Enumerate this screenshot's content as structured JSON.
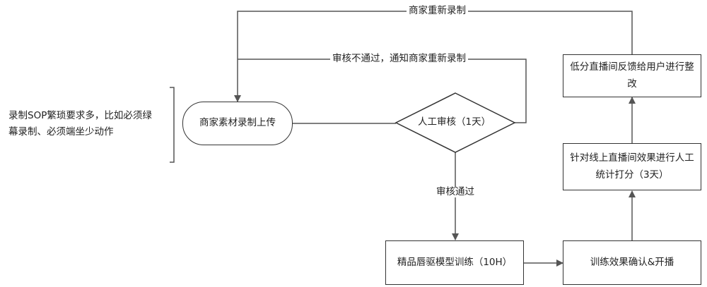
{
  "nodes": {
    "upload": "商家素材录制上传",
    "review": "人工审核（1天）",
    "train": "精品唇驱模型训练（10H）",
    "confirm": "训练效果确认&开播",
    "score": "针对线上直播间效果进行人工统计打分（3天）",
    "feedback": "低分直播间反馈给用户进行整改"
  },
  "edges": {
    "rerecord_top": "商家重新录制",
    "reject": "审核不通过，通知商家重新录制",
    "pass": "审核通过"
  },
  "note": "录制SOP繁琐要求多，比如必须绿幕录制、必须端坐少动作"
}
